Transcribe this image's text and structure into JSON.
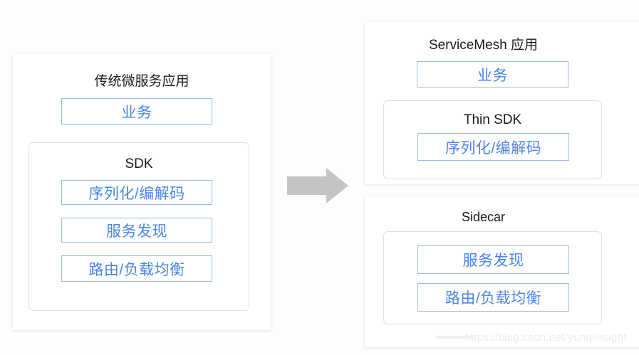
{
  "diagram": {
    "title_alt": "Microservice to ServiceMesh architecture comparison",
    "transition_icon": "right-arrow-icon",
    "arrow_color": "#c4c4c4",
    "accent_color": "#4a86e8",
    "box_border_color": "#9cb9e8",
    "module_border_color": "#e0e0e0",
    "background_color": "#fdfdfd"
  },
  "legacy": {
    "title": "传统微服务应用",
    "business": "业务",
    "sdk": {
      "title": "SDK",
      "items": [
        "序列化/编解码",
        "服务发现",
        "路由/负载均衡"
      ]
    }
  },
  "mesh": {
    "title": "ServiceMesh 应用",
    "business": "业务",
    "thin_sdk": {
      "title": "Thin SDK",
      "items": [
        "序列化/编解码"
      ]
    }
  },
  "sidecar": {
    "title": "Sidecar",
    "items": [
      "服务发现",
      "路由/负载均衡"
    ]
  },
  "watermark": {
    "text": "https://blog.csdn.net/yunqiinsight"
  }
}
